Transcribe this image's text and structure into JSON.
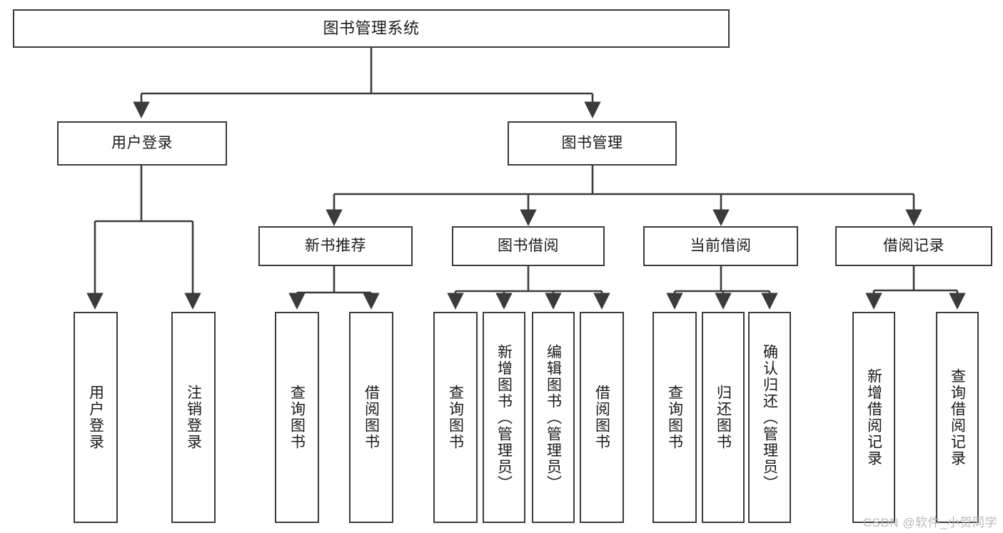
{
  "diagram": {
    "type": "tree-hierarchy",
    "title": "图书管理系统",
    "watermark": "CSDN @软件_小贺同学",
    "colors": {
      "stroke": "#3b3b3b",
      "background": "#ffffff",
      "text": "#1a1a1a",
      "watermark": "#b9b9b9"
    },
    "levels": {
      "root": {
        "label": "图书管理系统"
      },
      "level2": [
        {
          "id": "user-login",
          "label": "用户登录"
        },
        {
          "id": "book-management",
          "label": "图书管理"
        }
      ],
      "level3": [
        {
          "id": "new-book-recommend",
          "label": "新书推荐",
          "parent": "book-management"
        },
        {
          "id": "book-borrow",
          "label": "图书借阅",
          "parent": "book-management"
        },
        {
          "id": "current-borrow",
          "label": "当前借阅",
          "parent": "book-management"
        },
        {
          "id": "borrow-record",
          "label": "借阅记录",
          "parent": "book-management"
        }
      ],
      "leaves": [
        {
          "id": "leaf-user-login",
          "label": "用户登录",
          "parent": "user-login"
        },
        {
          "id": "leaf-logout-login",
          "label": "注销登录",
          "parent": "user-login"
        },
        {
          "id": "leaf-query-book-1",
          "label": "查询图书",
          "parent": "new-book-recommend"
        },
        {
          "id": "leaf-borrow-book-1",
          "label": "借阅图书",
          "parent": "new-book-recommend"
        },
        {
          "id": "leaf-query-book-2",
          "label": "查询图书",
          "parent": "book-borrow"
        },
        {
          "id": "leaf-add-book-admin",
          "label": "新增图书（管理员）",
          "parent": "book-borrow"
        },
        {
          "id": "leaf-edit-book-admin",
          "label": "编辑图书（管理员）",
          "parent": "book-borrow"
        },
        {
          "id": "leaf-borrow-book-2",
          "label": "借阅图书",
          "parent": "book-borrow"
        },
        {
          "id": "leaf-query-book-3",
          "label": "查询图书",
          "parent": "current-borrow"
        },
        {
          "id": "leaf-return-book",
          "label": "归还图书",
          "parent": "current-borrow"
        },
        {
          "id": "leaf-confirm-return-admin",
          "label": "确认归还（管理员）",
          "parent": "current-borrow"
        },
        {
          "id": "leaf-add-borrow-record",
          "label": "新增借阅记录",
          "parent": "borrow-record"
        },
        {
          "id": "leaf-query-borrow-record",
          "label": "查询借阅记录",
          "parent": "borrow-record"
        }
      ]
    }
  }
}
